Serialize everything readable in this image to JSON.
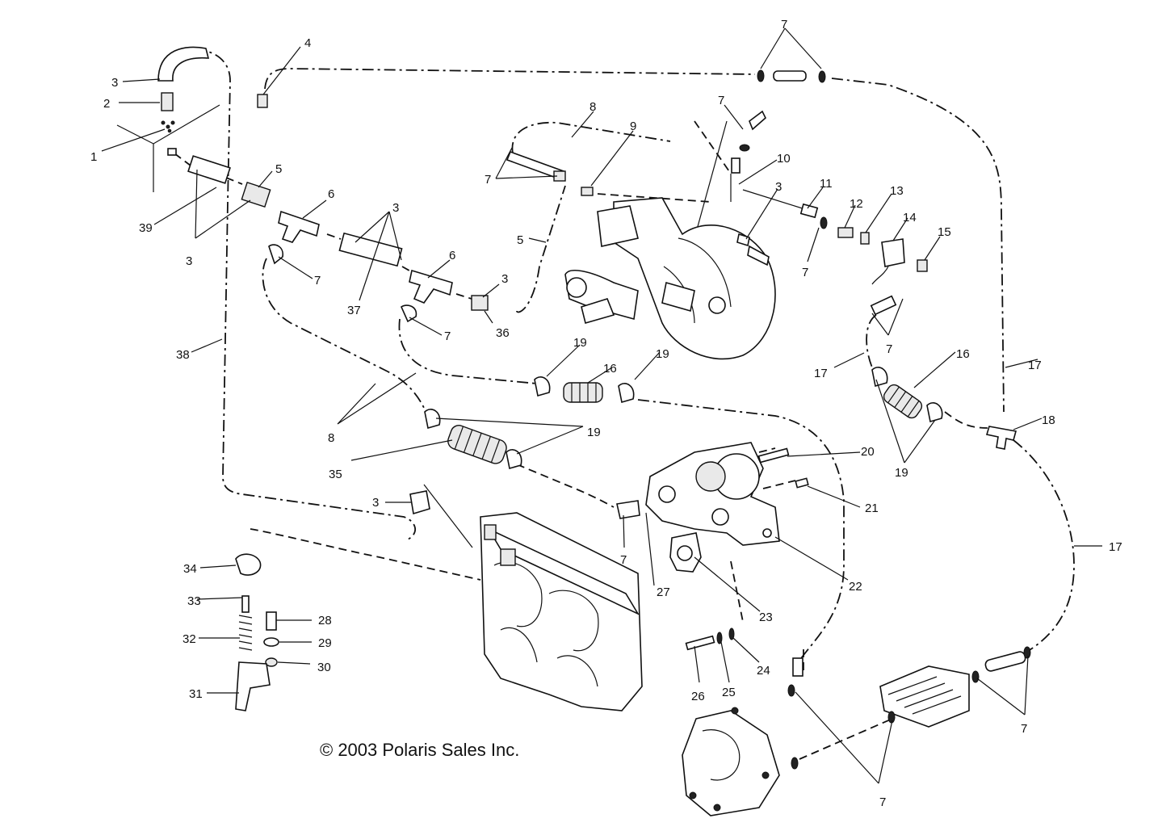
{
  "copyright": "© 2003 Polaris Sales Inc.",
  "callouts": [
    "1",
    "2",
    "3",
    "4",
    "5",
    "6",
    "7",
    "8",
    "9",
    "10",
    "11",
    "12",
    "13",
    "14",
    "15",
    "16",
    "17",
    "18",
    "19",
    "20",
    "21",
    "22",
    "23",
    "24",
    "25",
    "26",
    "27",
    "28",
    "29",
    "30",
    "31",
    "32",
    "33",
    "34",
    "35",
    "36",
    "37",
    "38",
    "39"
  ]
}
